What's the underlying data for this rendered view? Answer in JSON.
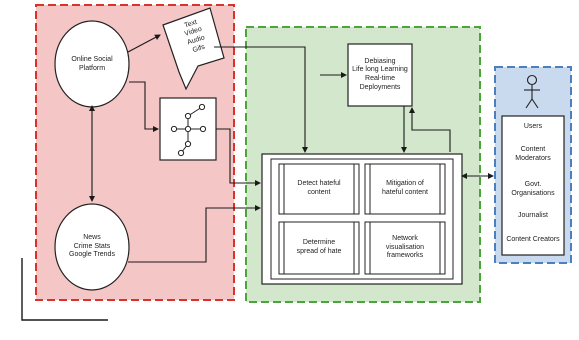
{
  "sources": {
    "social_platform": [
      "Online Social",
      "Platform"
    ],
    "news_sources": [
      "News",
      "Crime Stats",
      "Google Trends"
    ],
    "media_types": [
      "Text",
      "Video",
      "Audio",
      "Gifs"
    ]
  },
  "core": {
    "debiasing": [
      "Debiasing",
      "Life long Learning",
      "Real-time",
      "Deployments"
    ],
    "modules": {
      "detect": [
        "Detect hateful",
        "content"
      ],
      "mitigation": [
        "Mitigation of",
        "hateful content"
      ],
      "spread": [
        "Determine",
        "spread of hate"
      ],
      "network": [
        "Network",
        "visualisation",
        "frameworks"
      ]
    }
  },
  "stakeholders": {
    "roles": [
      [
        "Users"
      ],
      [
        "Content",
        "Moderators"
      ],
      [
        "Govt.",
        "Organisations"
      ],
      [
        "Journalist"
      ],
      [
        "Content Creators"
      ]
    ]
  },
  "colors": {
    "red_region_fill": "#f5c6c6",
    "red_region_border": "#d9312b",
    "green_region_fill": "#d3e7cc",
    "green_region_border": "#4aa63a",
    "blue_region_fill": "#c9d9ee",
    "blue_region_border": "#4a7fc0",
    "line": "#1a1a1a"
  }
}
